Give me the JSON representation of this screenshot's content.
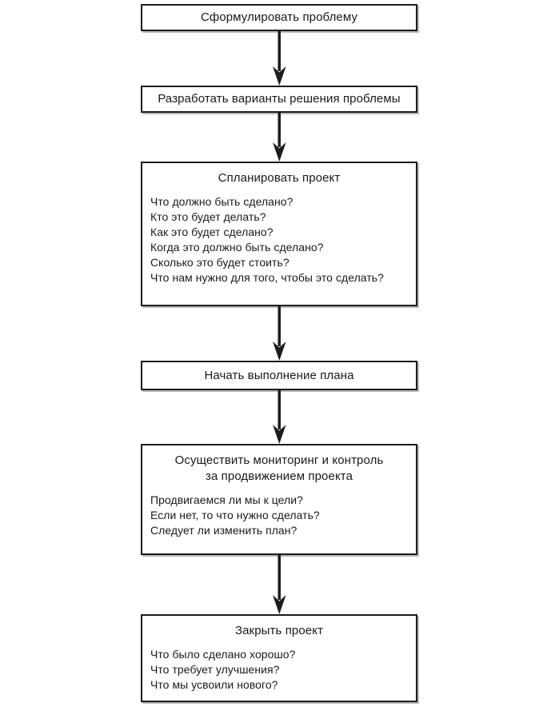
{
  "diagram": {
    "title_hint": "",
    "orientation": "vertical-top-down",
    "colors": {
      "box_border": "#1c1c1c",
      "box_fill": "#ffffff",
      "box_shadow": "#b9b9b9",
      "arrow": "#1c1c1c",
      "text": "#1a1a1a",
      "background": "#ffffff"
    },
    "nodes": [
      {
        "id": "node-1",
        "name": "formulate-problem",
        "title_lines": [
          "Сформулировать проблему"
        ],
        "items": []
      },
      {
        "id": "node-2",
        "name": "develop-solution-options",
        "title_lines": [
          "Разработать варианты решения проблемы"
        ],
        "items": []
      },
      {
        "id": "node-3",
        "name": "plan-project",
        "title_lines": [
          "Спланировать проект"
        ],
        "items": [
          "Что должно быть сделано?",
          "Кто это будет делать?",
          "Как это будет сделано?",
          "Когда это должно быть сделано?",
          "Сколько это будет стоить?",
          "Что нам нужно для того, чтобы это сделать?"
        ]
      },
      {
        "id": "node-4",
        "name": "start-plan-execution",
        "title_lines": [
          "Начать выполнение плана"
        ],
        "items": []
      },
      {
        "id": "node-5",
        "name": "monitor-and-control",
        "title_lines": [
          "Осуществить мониторинг и контроль",
          "за продвижением проекта"
        ],
        "items": [
          "Продвигаемся ли мы к цели?",
          "Если нет, то что нужно сделать?",
          "Следует ли изменить план?"
        ]
      },
      {
        "id": "node-6",
        "name": "close-project",
        "title_lines": [
          "Закрыть проект"
        ],
        "items": [
          "Что было сделано хорошо?",
          "Что требует улучшения?",
          "Что мы усвоили нового?"
        ]
      }
    ],
    "connectors": [
      {
        "from": "node-1",
        "to": "node-2",
        "shape": "down-arrow"
      },
      {
        "from": "node-2",
        "to": "node-3",
        "shape": "down-arrow"
      },
      {
        "from": "node-3",
        "to": "node-4",
        "shape": "down-arrow"
      },
      {
        "from": "node-4",
        "to": "node-5",
        "shape": "down-arrow"
      },
      {
        "from": "node-5",
        "to": "node-6",
        "shape": "down-arrow"
      }
    ]
  }
}
